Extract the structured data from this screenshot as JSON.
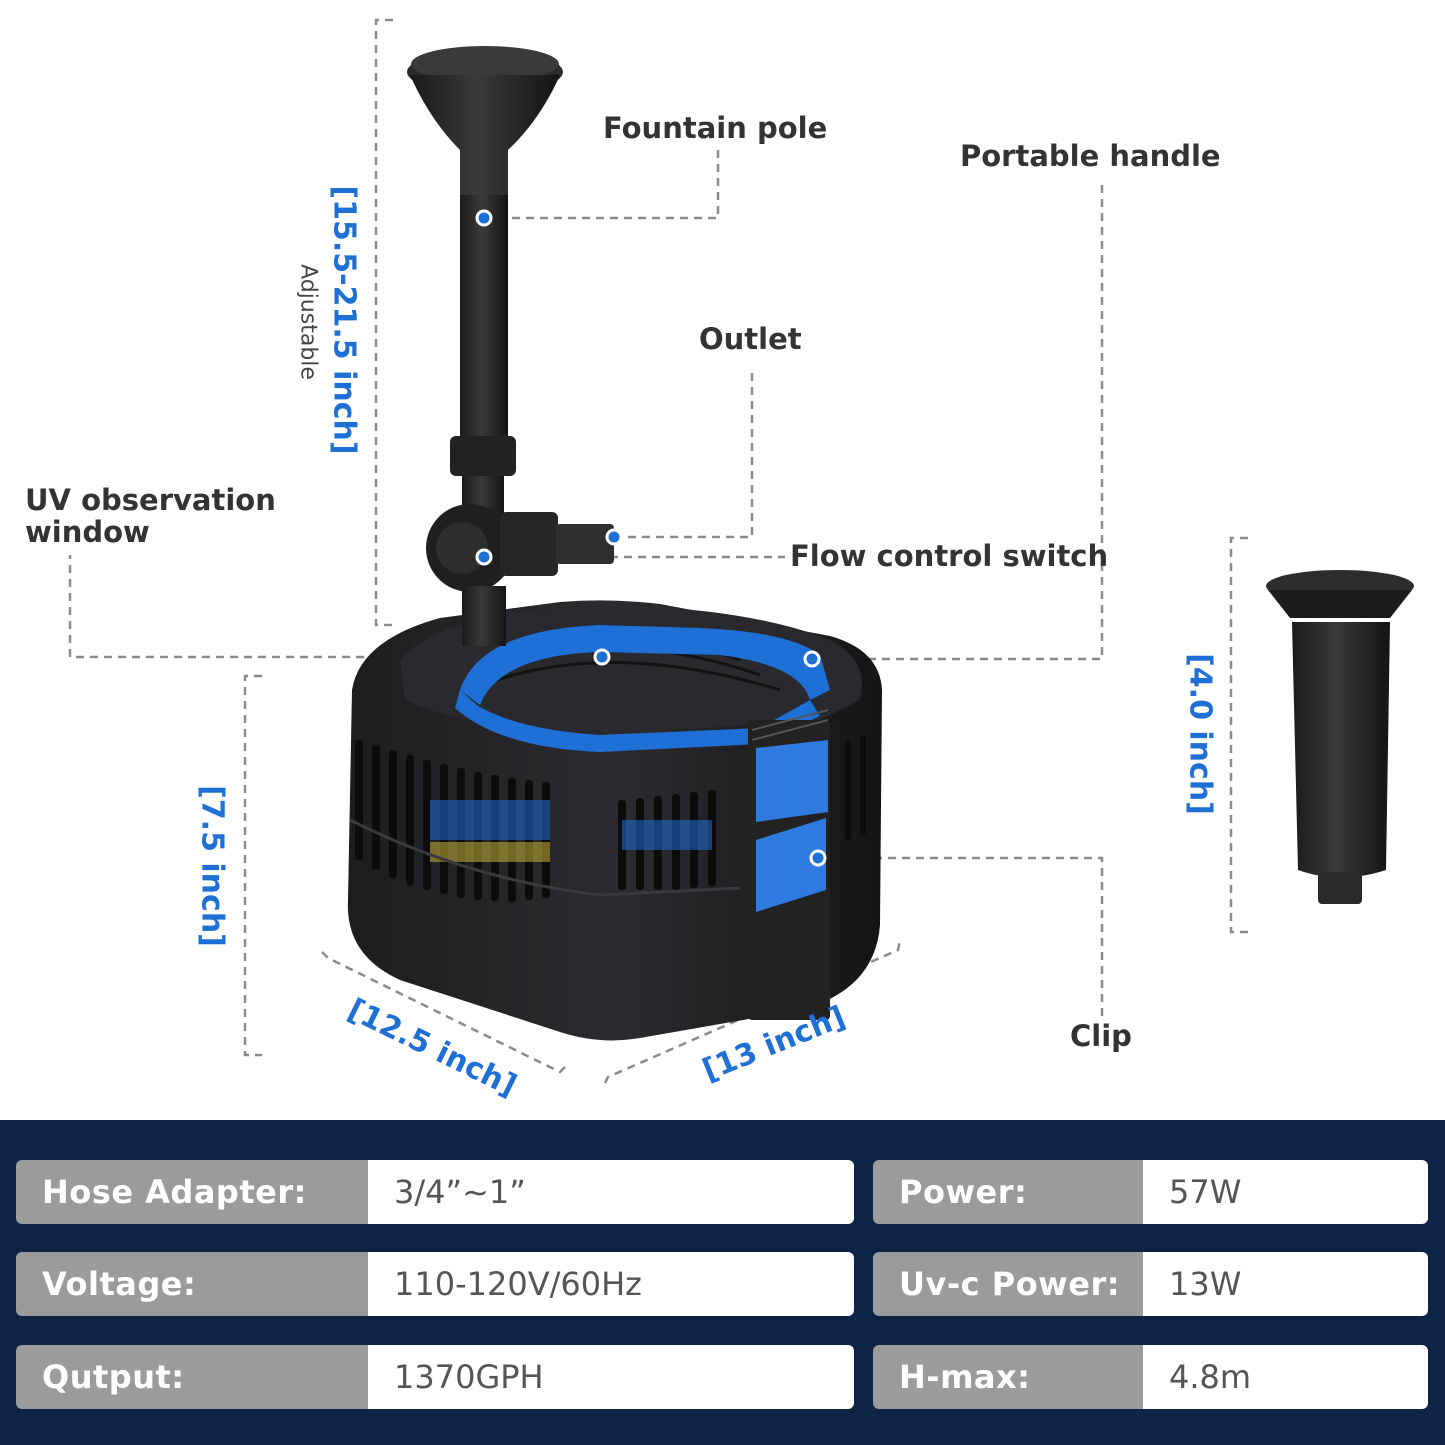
{
  "labels": {
    "fountain_pole": "Fountain pole",
    "portable_handle": "Portable handle",
    "outlet": "Outlet",
    "uv_window": "UV observation\nwindow",
    "flow_control": "Flow control switch",
    "clip": "Clip"
  },
  "dimensions": {
    "pole_height": "[15.5-21.5 inch]",
    "adjustable": "Adjustable",
    "body_height": "[7.5 inch]",
    "width_left": "[12.5 inch]",
    "width_right": "[13 inch]",
    "nozzle_height": "[4.0 inch]"
  },
  "specs": [
    {
      "key": "Hose Adapter:",
      "value": "3/4”~1”"
    },
    {
      "key": "Power:",
      "value": "57W"
    },
    {
      "key": "Voltage:",
      "value": "110-120V/60Hz"
    },
    {
      "key": "Uv-c Power:",
      "value": "13W"
    },
    {
      "key": "Qutput:",
      "value": "1370GPH"
    },
    {
      "key": "H-max:",
      "value": "4.8m"
    }
  ],
  "colors": {
    "accent_blue": "#1e6fd6",
    "spec_band": "#0d2447",
    "spec_key": "#9b9b9b"
  }
}
